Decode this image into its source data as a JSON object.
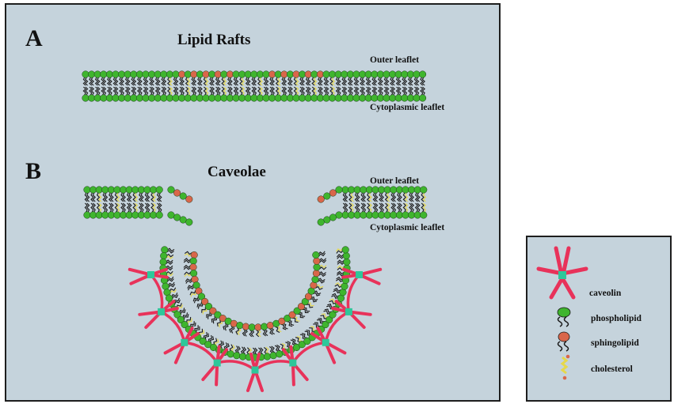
{
  "panel_a": {
    "letter": "A",
    "title": "Lipid Rafts",
    "outer_label": "Outer leaflet",
    "inner_label": "Cytoplasmic leaflet"
  },
  "panel_b": {
    "letter": "B",
    "title": "Caveolae",
    "outer_label": "Outer leaflet",
    "inner_label": "Cytoplasmic leaflet"
  },
  "legend": {
    "items": [
      {
        "icon": "caveolin-icon",
        "label": "caveolin"
      },
      {
        "icon": "phospholipid-icon",
        "label": "phospholipid"
      },
      {
        "icon": "sphingolipid-icon",
        "label": "sphingolipid"
      },
      {
        "icon": "cholesterol-icon",
        "label": "cholesterol"
      }
    ]
  },
  "colors": {
    "background": "#c5d3dc",
    "phospholipid": "#3fb52e",
    "sphingolipid": "#d9664a",
    "cholesterol": "#e6d84a",
    "caveolin": "#e8325a",
    "caveolin_joint": "#2ec79a",
    "tail": "#1a1a1a"
  }
}
